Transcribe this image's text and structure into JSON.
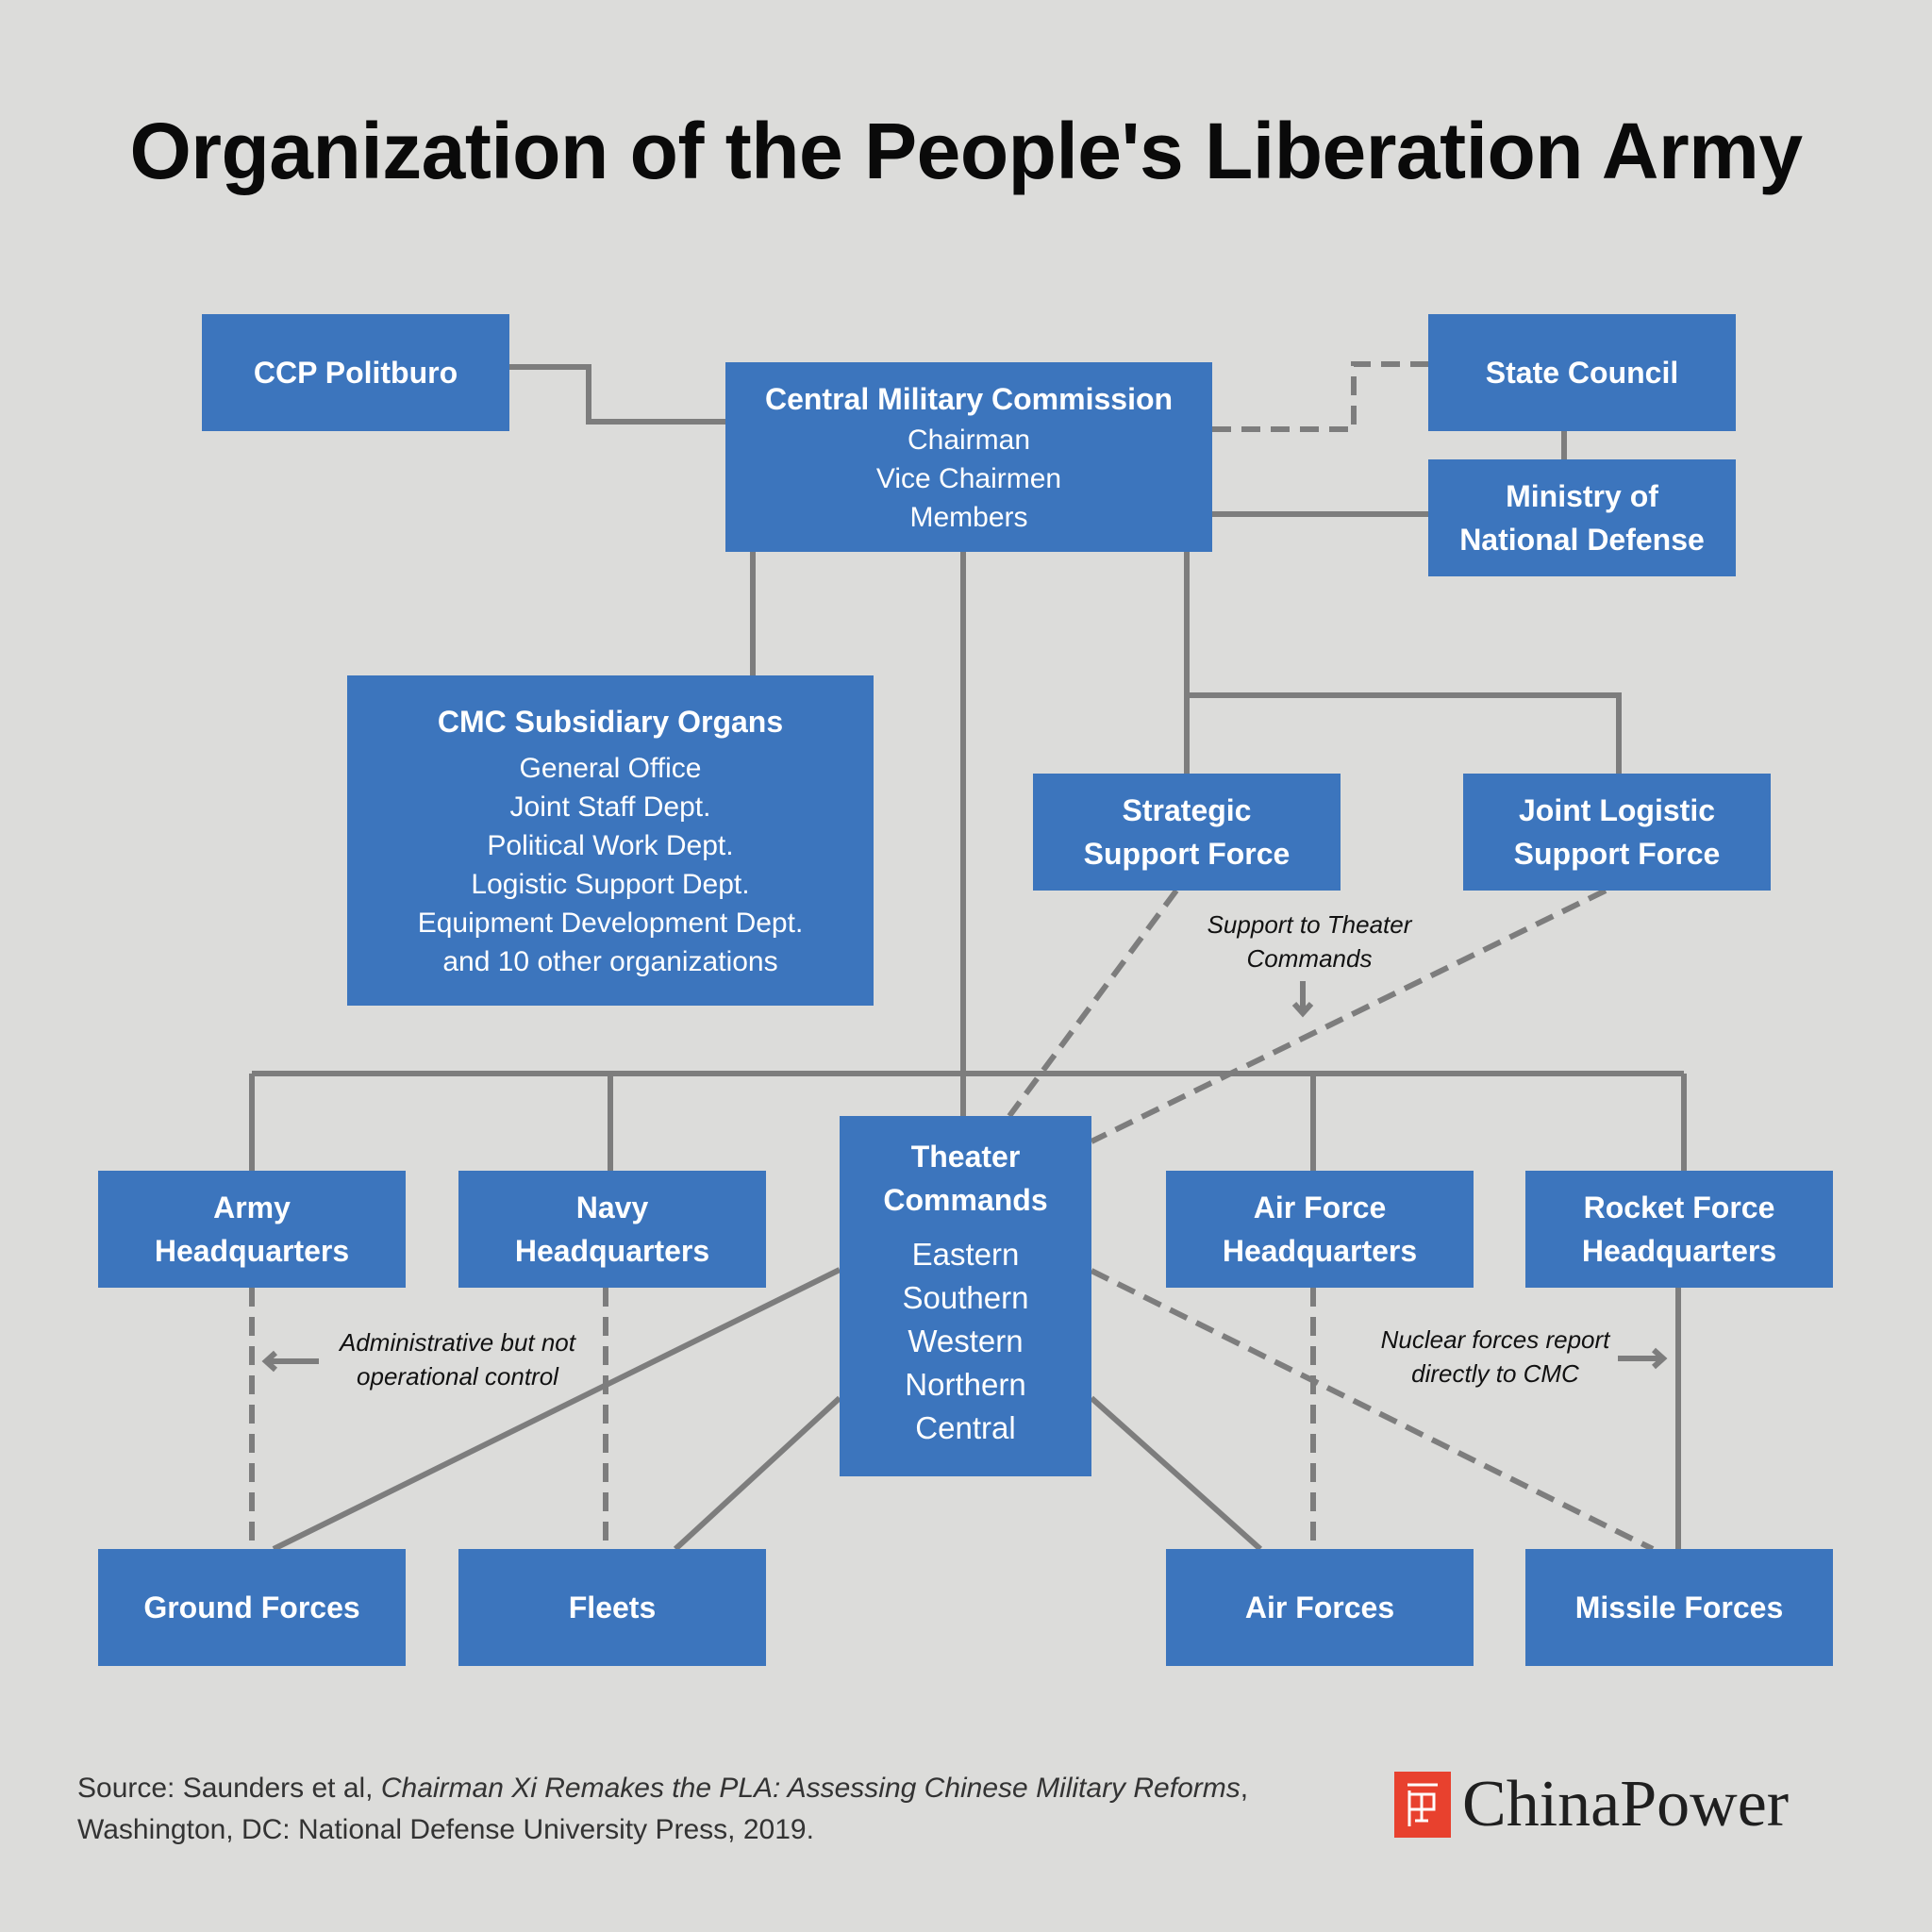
{
  "title": "Organization of the People's Liberation Army",
  "boxes": {
    "ccp_politburo": {
      "title": "CCP Politburo"
    },
    "cmc": {
      "title": "Central Military Commission",
      "lines": [
        "Chairman",
        "Vice Chairmen",
        "Members"
      ]
    },
    "state_council": {
      "title": "State Council"
    },
    "mnd": {
      "title_lines": [
        "Ministry of",
        "National Defense"
      ]
    },
    "subsidiary": {
      "title": "CMC Subsidiary Organs",
      "lines": [
        "General Office",
        "Joint Staff Dept.",
        "Political Work Dept.",
        "Logistic Support Dept.",
        "Equipment Development Dept.",
        "and 10 other organizations"
      ]
    },
    "ssf": {
      "title_lines": [
        "Strategic",
        "Support Force"
      ]
    },
    "jlsf": {
      "title_lines": [
        "Joint Logistic",
        "Support Force"
      ]
    },
    "army_hq": {
      "title_lines": [
        "Army",
        "Headquarters"
      ]
    },
    "navy_hq": {
      "title_lines": [
        "Navy",
        "Headquarters"
      ]
    },
    "theater": {
      "title_lines": [
        "Theater",
        "Commands"
      ],
      "lines": [
        "Eastern",
        "Southern",
        "Western",
        "Northern",
        "Central"
      ]
    },
    "airforce_hq": {
      "title_lines": [
        "Air Force",
        "Headquarters"
      ]
    },
    "rocket_hq": {
      "title_lines": [
        "Rocket Force",
        "Headquarters"
      ]
    },
    "ground_forces": {
      "title": "Ground Forces"
    },
    "fleets": {
      "title": "Fleets"
    },
    "air_forces": {
      "title": "Air Forces"
    },
    "missile_forces": {
      "title": "Missile Forces"
    }
  },
  "notes": {
    "support": [
      "Support to Theater",
      "Commands"
    ],
    "admin": [
      "Administrative but not",
      "operational control"
    ],
    "nuclear": [
      "Nuclear forces report",
      "directly to CMC"
    ]
  },
  "source": {
    "prefix": "Source: Saunders et al, ",
    "book": "Chairman Xi Remakes the PLA: Assessing Chinese Military Reforms",
    "suffix": ",",
    "line2": "Washington, DC: National Defense University Press, 2019."
  },
  "logo": {
    "text": "ChinaPower",
    "mark_color": "#e8412e"
  },
  "colors": {
    "background": "#dcdcda",
    "box": "#3c75bd",
    "connector": "#7d7d7d"
  }
}
